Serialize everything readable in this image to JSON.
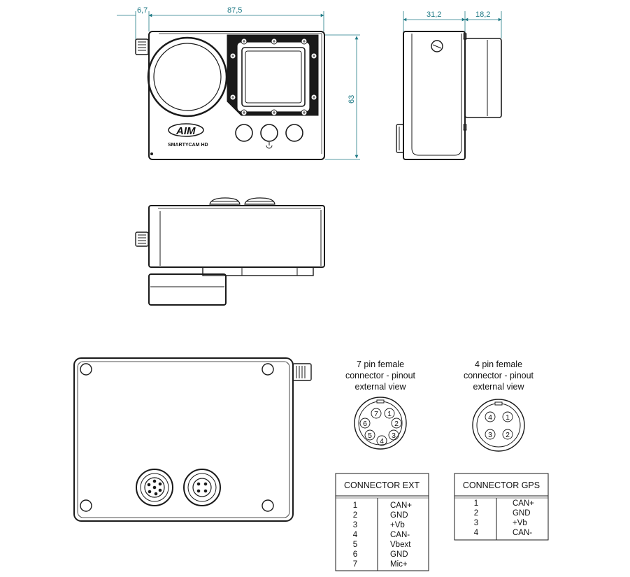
{
  "dimensions": {
    "front_offset": "6,7",
    "front_width": "87,5",
    "front_height": "63",
    "side_depth": "31,2",
    "side_lens": "18,2"
  },
  "front_view": {
    "logo_text": "AIM",
    "brand_text": "SMARTYCAM HD"
  },
  "connector_ext": {
    "caption": [
      "7 pin female",
      "connector - pinout",
      "external view"
    ],
    "pins": [
      "1",
      "2",
      "3",
      "4",
      "5",
      "6",
      "7"
    ],
    "table_title": "CONNECTOR EXT",
    "rows": [
      {
        "num": "1",
        "signal": "CAN+"
      },
      {
        "num": "2",
        "signal": "GND"
      },
      {
        "num": "3",
        "signal": "+Vb"
      },
      {
        "num": "4",
        "signal": "CAN-"
      },
      {
        "num": "5",
        "signal": "Vbext"
      },
      {
        "num": "6",
        "signal": "GND"
      },
      {
        "num": "7",
        "signal": "Mic+"
      }
    ]
  },
  "connector_gps": {
    "caption": [
      "4 pin female",
      "connector - pinout",
      "external view"
    ],
    "pins": [
      "1",
      "2",
      "3",
      "4"
    ],
    "table_title": "CONNECTOR GPS",
    "rows": [
      {
        "num": "1",
        "signal": "CAN+"
      },
      {
        "num": "2",
        "signal": "GND"
      },
      {
        "num": "3",
        "signal": "+Vb"
      },
      {
        "num": "4",
        "signal": "CAN-"
      }
    ]
  },
  "colors": {
    "dimension_line": "#1f7a86",
    "outline": "#1a1a1a"
  }
}
